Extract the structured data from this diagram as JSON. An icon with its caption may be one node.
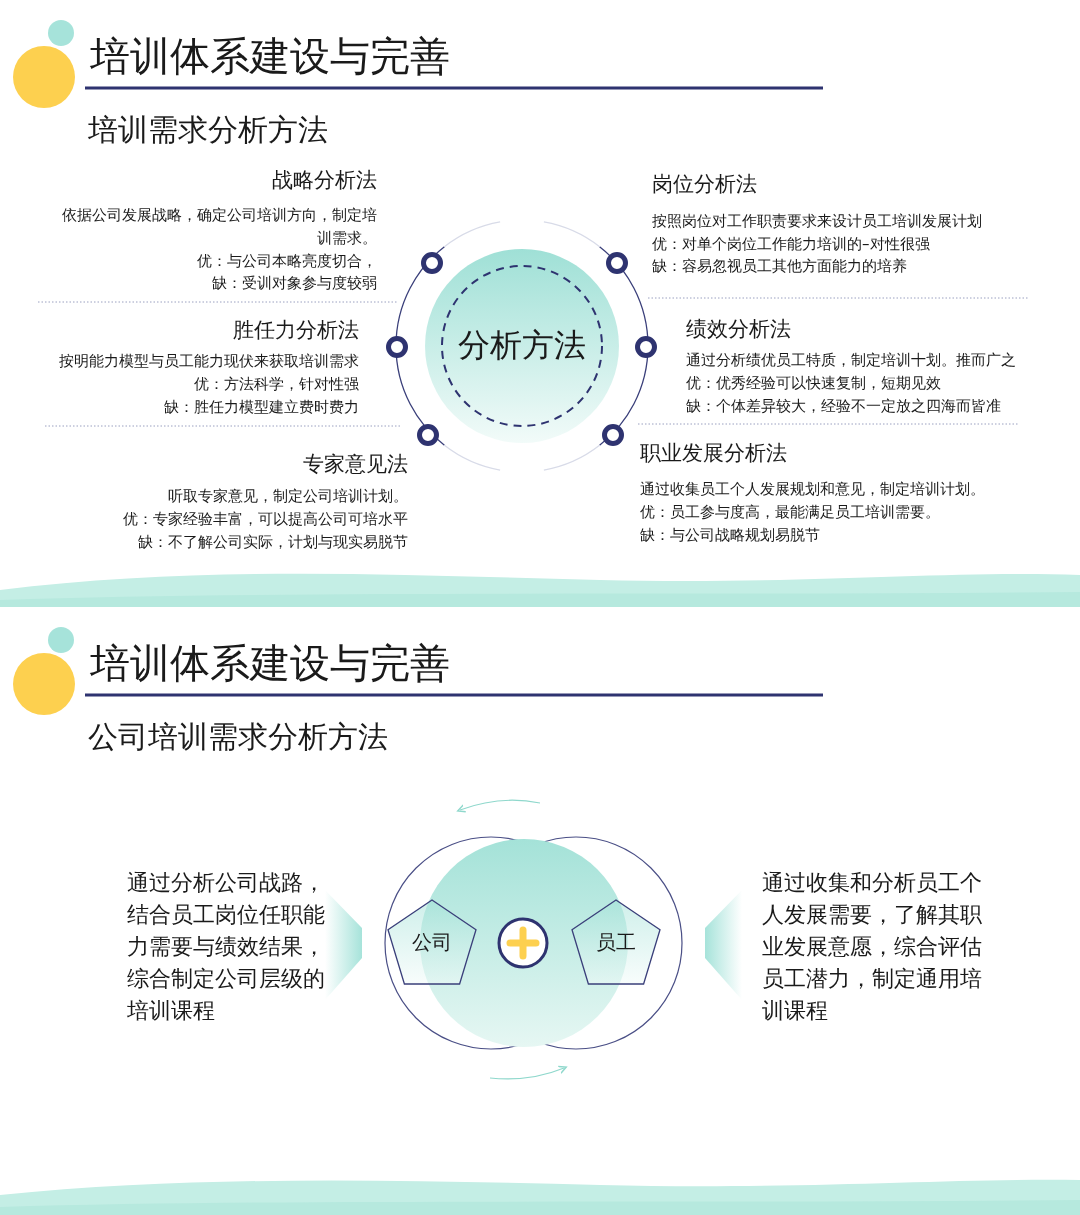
{
  "diagram": {
    "nodes": [
      {
        "text": [
          "分析方法"
        ]
      },
      {
        "text": [
          "公司"
        ]
      },
      {
        "text": [
          "员工"
        ]
      }
    ],
    "labels": [
      "培训体系建设与完善",
      "培训需求分析方法",
      "战略分析法",
      "依据公司发展战略，确定公司培训方向，制定培训需求。",
      "优：与公司本略亮度切合，",
      "缺：受训对象参与度较弱",
      "岗位分析法",
      "按照岗位对工作职责要求来设计员工培训发展计划",
      "优：对单个岗位工作能力培训的–对性很强",
      "缺：容易忽视员工其他方面能力的培养",
      "胜任力分析法",
      "按明能力模型与员工能力现伏来获取培训需求",
      "优：方法科学，针对性强",
      "缺：胜任力模型建立费时费力",
      "绩效分析法",
      "通过分析绩优员工特质，制定培训十划。推而广之",
      "优：优秀经验可以快速复制，短期见效",
      "缺：个体差异较大，经验不一定放之四海而皆准",
      "专家意见法",
      "听取专家意见，制定公司培训计划。",
      "优：专家经验丰富，可以提高公司可培水平",
      "缺：不了解公司实际，计划与现实易脱节",
      "职业发展分析法",
      "通过收集员工个人发展规划和意见，制定培训计划。",
      "优：员工参与度高，最能满足员工培训需要。",
      "缺：与公司战略规划易脱节",
      "培训体系建设与完善",
      "公司培训需求分析方法",
      "通过分析公司战路，结合员工岗位任职能力需要与绩效结果，综合制定公司层级的培训课程",
      "通过收集和分析员工个人发展需要，了解其职业发展意愿，综合评估员工潜力，制定通用培训课程"
    ]
  }
}
